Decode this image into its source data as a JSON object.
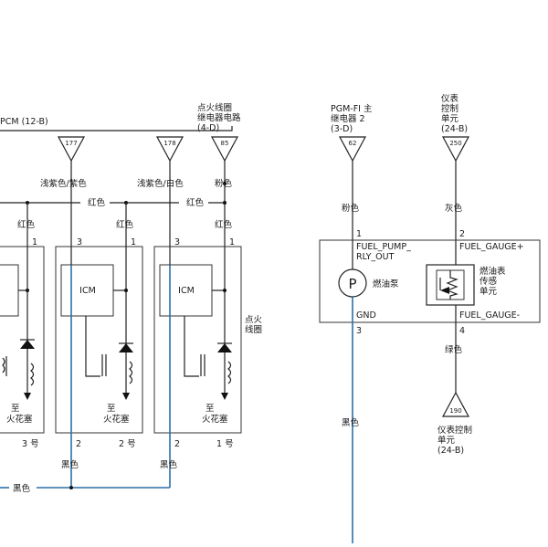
{
  "ignition": {
    "pcm_label": "PCM (12-B)",
    "relay_label": [
      "点火线圈",
      "继电器电路",
      "(4-D)"
    ],
    "connectors": [
      "177",
      "178",
      "85"
    ],
    "wire_light_purple_purple": "浅紫色/紫色",
    "wire_light_purple_white": "浅紫色/白色",
    "wire_pink": "粉色",
    "wire_red": "红色",
    "pin1": "1",
    "pin2": "2",
    "pin3": "3",
    "icm": "ICM",
    "to_spark_plug": [
      "至",
      "火花塞"
    ],
    "coil_no_3": "3 号",
    "coil_no_2": "2 号",
    "coil_no_1": "1 号",
    "wire_black": "黑色",
    "ignition_coil": [
      "点火",
      "线圈"
    ]
  },
  "fuel": {
    "pgmfi_label": [
      "PGM-FI 主",
      "继电器 2",
      "(3-D)"
    ],
    "connector_62": "62",
    "meter_top_label": [
      "仪表",
      "控制",
      "单元",
      "(24-B)"
    ],
    "connector_250": "250",
    "wire_pink": "粉色",
    "wire_gray": "灰色",
    "pin1": "1",
    "pin2": "2",
    "pin3": "3",
    "pin4": "4",
    "fuel_pump_relay_out": [
      "FUEL_PUMP_",
      "RLY_OUT"
    ],
    "fuel_gauge_plus": "FUEL_GAUGE+",
    "pump_symbol": "P",
    "fuel_pump": "燃油泵",
    "sensor_label": [
      "燃油表",
      "传感",
      "单元"
    ],
    "gnd": "GND",
    "fuel_gauge_minus": "FUEL_GAUGE-",
    "wire_green": "绿色",
    "connector_190": "190",
    "meter_bottom_label": [
      "仪表控制",
      "单元",
      "(24-B)"
    ],
    "wire_black": "黑色"
  }
}
